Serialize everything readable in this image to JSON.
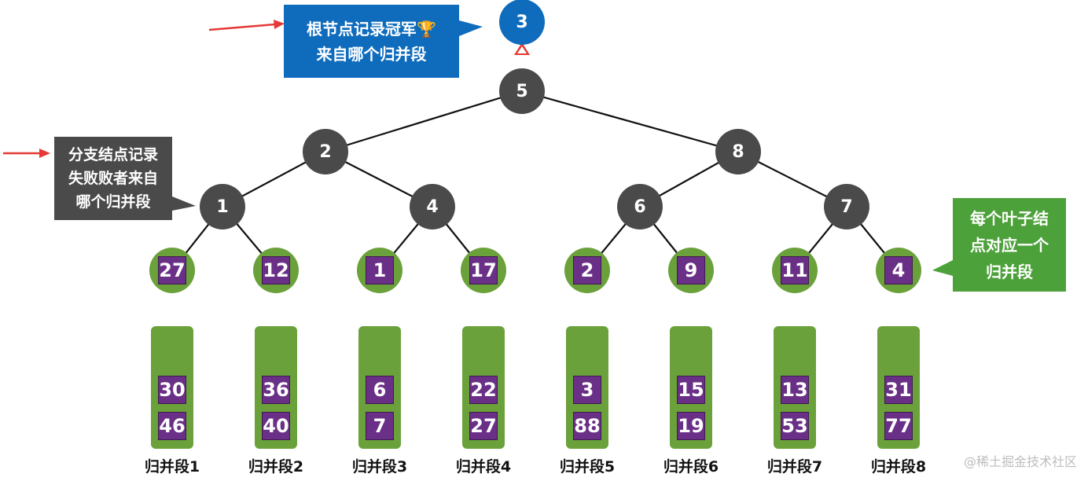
{
  "callouts": {
    "root_line1": "根节点记录冠军🏆",
    "root_line2": "来自哪个归并段",
    "branch_line1": "分支结点记录",
    "branch_line2": "失败败者来自",
    "branch_line3": "哪个归并段",
    "leaf_line1": "每个叶子结",
    "leaf_line2": "点对应一个",
    "leaf_line3": "归并段"
  },
  "tree": {
    "root": "3",
    "top": "5",
    "level1": [
      "2",
      "8"
    ],
    "level2": [
      "1",
      "4",
      "6",
      "7"
    ]
  },
  "leaves": [
    "27",
    "12",
    "1",
    "17",
    "2",
    "9",
    "11",
    "4"
  ],
  "segments": [
    {
      "label": "归并段1",
      "values": [
        "30",
        "46"
      ]
    },
    {
      "label": "归并段2",
      "values": [
        "36",
        "40"
      ]
    },
    {
      "label": "归并段3",
      "values": [
        "6",
        "7"
      ]
    },
    {
      "label": "归并段4",
      "values": [
        "22",
        "27"
      ]
    },
    {
      "label": "归并段5",
      "values": [
        "3",
        "88"
      ]
    },
    {
      "label": "归并段6",
      "values": [
        "15",
        "19"
      ]
    },
    {
      "label": "归并段7",
      "values": [
        "13",
        "53"
      ]
    },
    {
      "label": "归并段8",
      "values": [
        "31",
        "77"
      ]
    }
  ],
  "watermark": "@稀土掘金技术社区",
  "colors": {
    "root_node": "#0f6cbd",
    "internal_node": "#4a4a4a",
    "leaf": "#6aa13a",
    "value_box": "#6a2f86",
    "arrow": "#e53935"
  }
}
